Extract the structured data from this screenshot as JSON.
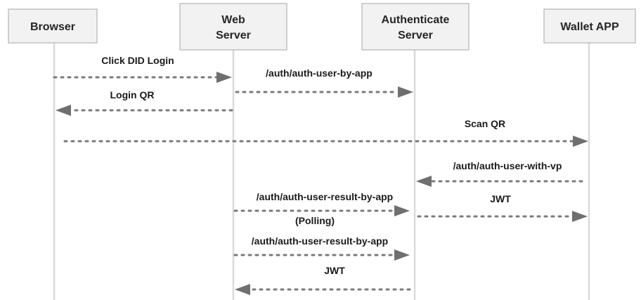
{
  "participants": [
    {
      "id": "browser",
      "lines": [
        "Browser"
      ]
    },
    {
      "id": "web",
      "lines": [
        "Web",
        "Server"
      ]
    },
    {
      "id": "auth",
      "lines": [
        "Authenticate",
        "Server"
      ]
    },
    {
      "id": "wallet",
      "lines": [
        "Wallet APP"
      ]
    }
  ],
  "messages": [
    {
      "from": "browser",
      "to": "web",
      "label": "Click DID Login"
    },
    {
      "from": "web",
      "to": "auth",
      "label": "/auth/auth-user-by-app"
    },
    {
      "from": "web",
      "to": "browser",
      "label": "Login QR"
    },
    {
      "from": "browser",
      "to": "wallet",
      "label": "Scan QR"
    },
    {
      "from": "wallet",
      "to": "auth",
      "label": "/auth/auth-user-with-vp"
    },
    {
      "from": "web",
      "to": "auth",
      "label": "/auth/auth-user-result-by-app",
      "note": "(Polling)"
    },
    {
      "from": "auth",
      "to": "wallet",
      "label": "JWT"
    },
    {
      "from": "web",
      "to": "auth",
      "label": "/auth/auth-user-result-by-app"
    },
    {
      "from": "auth",
      "to": "web",
      "label": "JWT"
    }
  ],
  "colors": {
    "box_fill": "#f2f2f2",
    "box_stroke": "#b3b3b3",
    "lifeline": "#d9d9d9",
    "arrow": "#7a7a7a"
  }
}
